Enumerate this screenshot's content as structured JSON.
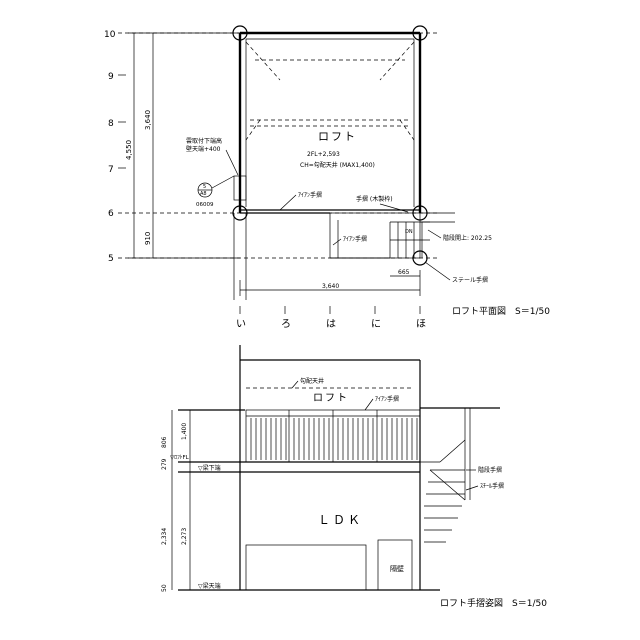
{
  "plan": {
    "room_label": "ロフト",
    "floor_level": "2FL+2,593",
    "ceiling_height": "CH=勾配天井 (MAX1,400)",
    "handrail_iron_1": "ｱｲｱﾝ手摺",
    "handrail_iron_2": "ｱｲｱﾝ手摺",
    "handrail_wood": "手摺 (木製枠)",
    "stair_label": "階段開上: 202.25",
    "steel_handrail": "ステール手摺",
    "note_line1": "雲取付下端高",
    "note_line2": "壁天端+400",
    "section_mark_top": "5",
    "section_mark_bottom": "A8",
    "section_mark_code": "06009",
    "up_mark": "DN",
    "row_grid": [
      "10",
      "9",
      "8",
      "7",
      "6",
      "5"
    ],
    "col_grid": [
      "い",
      "ろ",
      "は",
      "に",
      "ほ"
    ],
    "dim_total_height": "4,550",
    "dim_upper_height": "3,640",
    "dim_lower_height": "910",
    "dim_total_width": "3,640",
    "dim_stair_width": "665",
    "title": "ロフト平面図　S＝1/50"
  },
  "elevation": {
    "ceiling_label": "勾配天井",
    "loft_label": "ロフト",
    "iron_handrail": "ｱｲｱﾝ手摺",
    "stair_handrail": "階段手摺",
    "steel_handrail": "ｽﾁｰﾙ手摺",
    "room_label": "ＬＤＫ",
    "partition_label": "隔壁",
    "beam_underside_1": "▽梁下端",
    "beam_underside_2": "▽梁天端",
    "floor_mark": "▽ﾛﾌﾄFL",
    "dim_a": "1,400",
    "dim_b": "806",
    "dim_c": "279",
    "dim_d": "2,334",
    "dim_e": "2,273",
    "dim_f": "50",
    "title": "ロフト手摺姿図　S＝1/50"
  },
  "colors": {
    "ink": "#000000",
    "paper": "#ffffff"
  }
}
